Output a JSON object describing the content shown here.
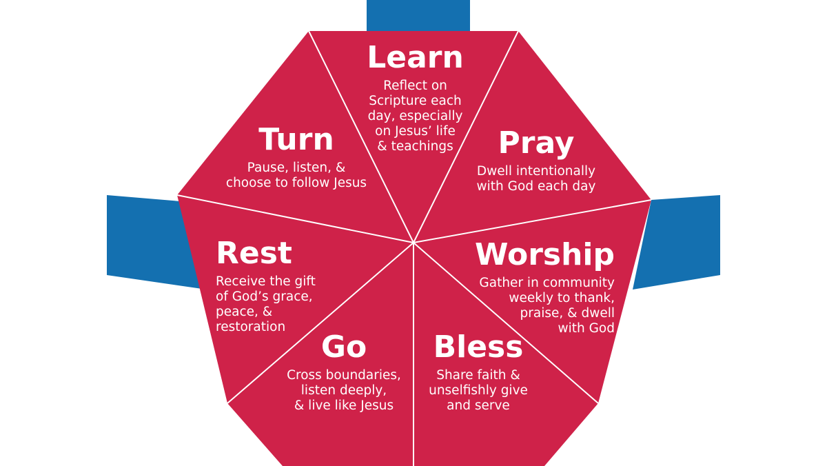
{
  "colors": {
    "segment": "#cf2249",
    "divider": "#ffffff",
    "cross": "#1470b0",
    "background": "#ffffff"
  },
  "segments": [
    {
      "id": "learn",
      "title": "Learn",
      "lines": [
        "Reflect on",
        "Scripture each",
        "day, especially",
        "on Jesus’ life",
        "& teachings"
      ]
    },
    {
      "id": "pray",
      "title": "Pray",
      "lines": [
        "Dwell intentionally",
        "with God each day"
      ]
    },
    {
      "id": "worship",
      "title": "Worship",
      "lines": [
        "Gather in community",
        "weekly to thank,",
        "praise, & dwell",
        "with God"
      ]
    },
    {
      "id": "bless",
      "title": "Bless",
      "lines": [
        "Share faith &",
        "unselfishly give",
        "and serve"
      ]
    },
    {
      "id": "go",
      "title": "Go",
      "lines": [
        "Cross boundaries,",
        "listen deeply,",
        "& live like Jesus"
      ]
    },
    {
      "id": "rest",
      "title": "Rest",
      "lines": [
        "Receive the gift",
        "of God’s grace,",
        "peace, &",
        "restoration"
      ]
    },
    {
      "id": "turn",
      "title": "Turn",
      "lines": [
        "Pause, listen, &",
        "choose to follow Jesus"
      ]
    }
  ]
}
